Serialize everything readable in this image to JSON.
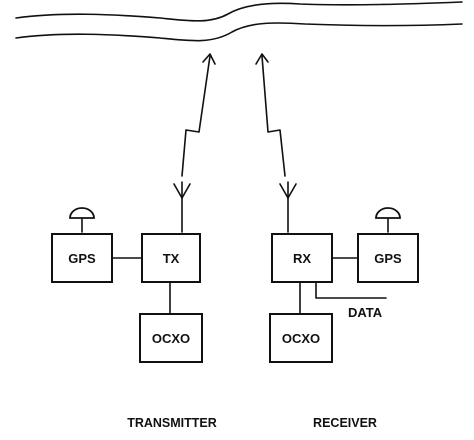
{
  "blocks": {
    "tx_gps": "GPS",
    "tx": "TX",
    "tx_ocxo": "OCXO",
    "rx": "RX",
    "rx_gps": "GPS",
    "rx_ocxo": "OCXO"
  },
  "signals": {
    "data": "DATA"
  },
  "captions": {
    "transmitter": "TRANSMITTER",
    "receiver": "RECEIVER"
  }
}
